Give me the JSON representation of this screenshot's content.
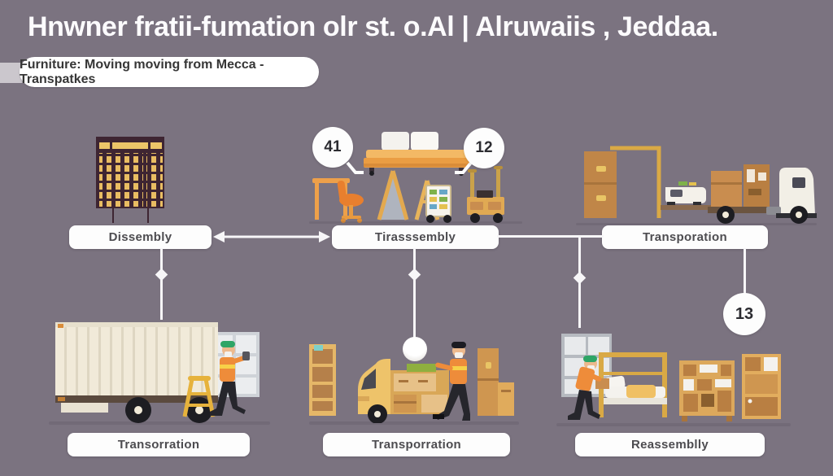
{
  "header": {
    "title": "Hnwner fratii-fumation olr st. o.Al | Alruwaiis ,  Jeddaa.",
    "subtitle": "Furniture: Moving moving from Mecca - Transpatkes"
  },
  "flow": {
    "top_row": [
      {
        "label": "Dissembly"
      },
      {
        "label": "Tirasssembly"
      },
      {
        "label": "Transporation"
      }
    ],
    "bottom_row": [
      {
        "label": "Transorration"
      },
      {
        "label": "Transporration"
      },
      {
        "label": "Reassemblly"
      }
    ]
  },
  "badges": {
    "top_left_count": "41",
    "top_right_count": "12",
    "transport_count": "13"
  },
  "icons": {
    "building": "apartment-building-icon",
    "furniture_set": "furniture-disassembly-icon",
    "moving_trucks": "wardrobe-and-trucks-icon",
    "container_truck": "container-truck-loading-icon",
    "moving_van": "van-unloading-icon",
    "bed_assembly": "bed-reassembly-icon"
  },
  "colors": {
    "background": "#7b7380",
    "panel_white": "#fdfdfd",
    "accent_orange": "#ee9a3f",
    "box_brown": "#c98d4f",
    "building_dark": "#3e2532",
    "window_yellow": "#e9bd62",
    "vest_orange": "#ef8c3a",
    "cap_green": "#2ea566",
    "line_white": "#f7f6f8"
  }
}
